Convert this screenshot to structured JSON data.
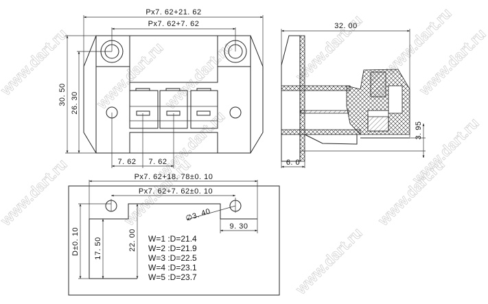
{
  "watermark": "www.dart.ru",
  "front_view": {
    "overall_width": "Px7. 62+21. 62",
    "hole_pitch": "Px7. 62+7. 62",
    "height_total": "30. 50",
    "height_hole": "26. 30",
    "pitch_1": "7. 62",
    "pitch_2": "7. 62"
  },
  "side_view": {
    "depth": "32. 00",
    "offset_bottom": "3. 95",
    "flange": "6. 0"
  },
  "cutout_view": {
    "overall_width": "Px7. 62+18. 78±0. 10",
    "hole_pitch": "Px7. 62+7. 62±0. 10",
    "hole_diameter": "∅3. 40",
    "edge_offset": "9. 30",
    "depth_label": "D±0. 10",
    "height_low": "17. 50",
    "height_high": "22. 00",
    "table": [
      "W=1 :D=21.4",
      "W=2 :D=21.9",
      "W=3 :D=22.5",
      "W=4 :D=23.1",
      "W=5 :D=23.7"
    ]
  }
}
